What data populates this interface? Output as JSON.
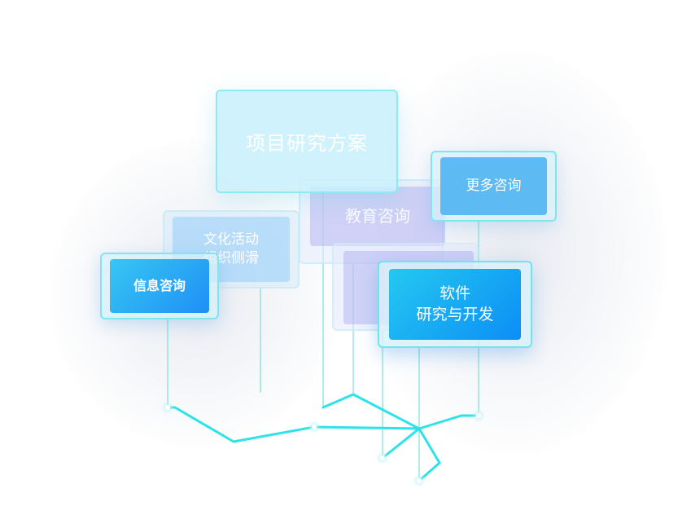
{
  "diagram": {
    "nodes": {
      "project": {
        "label": "项目研究方案"
      },
      "education": {
        "label": "教育咨询"
      },
      "culture": {
        "line1": "文化活动",
        "line2": "组织侧滑"
      },
      "info": {
        "label": "信息咨询"
      },
      "more": {
        "label": "更多咨询"
      },
      "software": {
        "line1": "软件",
        "line2": "研究与开发"
      }
    },
    "colors": {
      "accent_cyan": "#2ee3e8",
      "card_blue": "#1e90f5",
      "card_light_blue": "#5ebaf2",
      "card_faded_purple": "#b4b4f0",
      "card_pale_cyan": "#c8f0fc"
    }
  }
}
